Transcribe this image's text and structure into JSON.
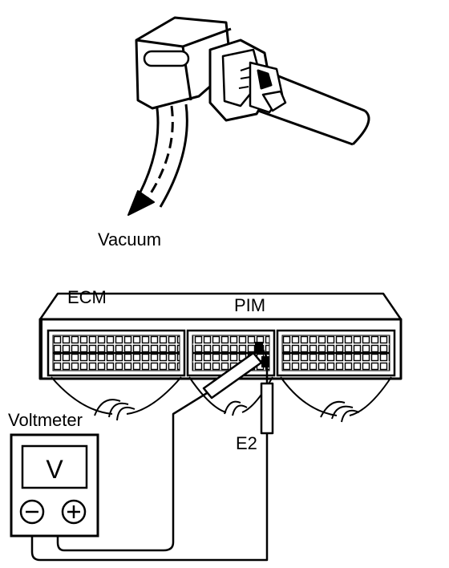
{
  "labels": {
    "vacuum": "Vacuum",
    "ecm": "ECM",
    "pim": "PIM",
    "voltmeter": "Voltmeter",
    "e2": "E2",
    "meter_display": "V"
  },
  "meter_terminals": {
    "negative_symbol": "minus",
    "positive_symbol": "plus"
  },
  "connector_count": 3
}
